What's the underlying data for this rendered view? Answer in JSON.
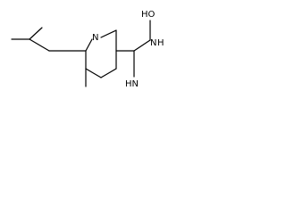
{
  "structure": {
    "atoms": {
      "ring_nitrogen": "N",
      "hydroxy_oxygen": "HO",
      "amine_nitrogen": "N",
      "amine_hydrogen": "H",
      "imine": "HN"
    }
  }
}
